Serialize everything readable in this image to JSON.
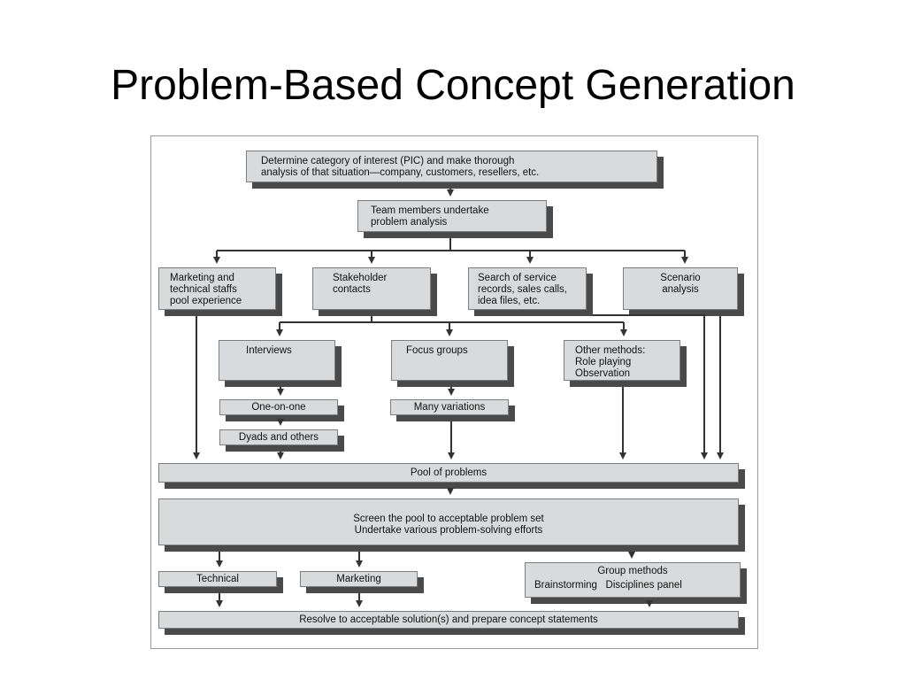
{
  "slide": {
    "title": "Problem-Based Concept Generation"
  },
  "diagram": {
    "pic": [
      "Determine category of interest (PIC) and make thorough",
      "analysis of that situation—company, customers, resellers, etc."
    ],
    "team": [
      "Team members undertake",
      "problem analysis"
    ],
    "marketing_staff": [
      "Marketing and",
      "technical staffs",
      "pool experience"
    ],
    "stakeholder": [
      "Stakeholder",
      "contacts"
    ],
    "search": [
      "Search of service",
      "records, sales calls,",
      "idea files, etc."
    ],
    "scenario": [
      "Scenario",
      "analysis"
    ],
    "interviews": "Interviews",
    "focus_groups": "Focus groups",
    "other_methods": [
      "Other methods:",
      "Role playing",
      "Observation"
    ],
    "one_on_one": "One-on-one",
    "many_variations": "Many variations",
    "dyads": "Dyads and others",
    "pool": "Pool of problems",
    "screen": [
      "Screen the pool to acceptable problem set",
      "Undertake various problem-solving efforts"
    ],
    "technical": "Technical",
    "marketing": "Marketing",
    "group_methods": "Group methods",
    "brainstorming": "Brainstorming",
    "disciplines_panel": "Disciplines panel",
    "resolve": "Resolve to acceptable solution(s) and prepare concept statements"
  }
}
